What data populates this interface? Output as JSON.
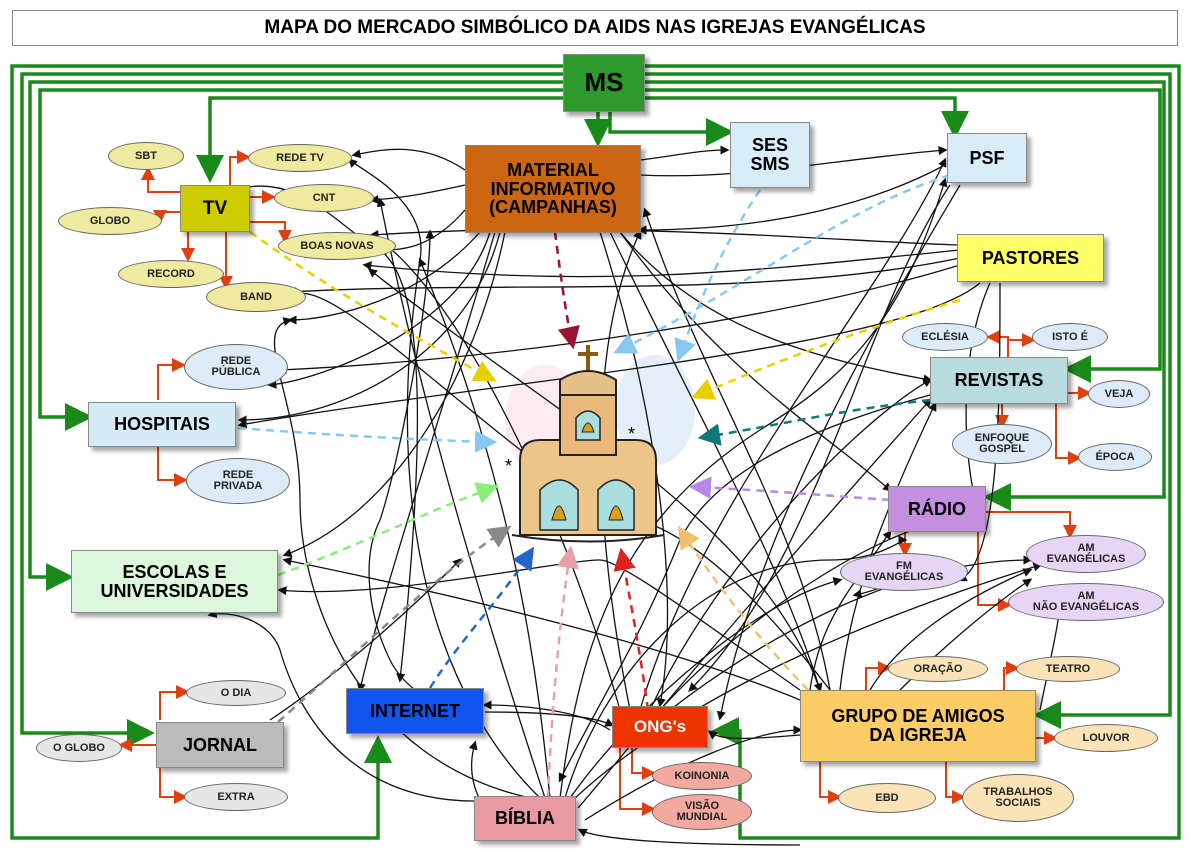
{
  "title": "MAPA DO MERCADO SIMBÓLICO DA AIDS NAS IGREJAS EVANGÉLICAS",
  "nodes": {
    "ms": "MS",
    "material": "MATERIAL\nINFORMATIVO\n(CAMPANHAS)",
    "ses_sms": "SES\nSMS",
    "psf": "PSF",
    "pastores": "PASTORES",
    "revistas": "REVISTAS",
    "radio": "RÁDIO",
    "tv": "TV",
    "hospitais": "HOSPITAIS",
    "escolas": "ESCOLAS E\nUNIVERSIDADES",
    "internet": "INTERNET",
    "jornal": "JORNAL",
    "biblia": "BÍBLIA",
    "ongs": "ONG's",
    "grupo": "GRUPO DE AMIGOS\nDA IGREJA"
  },
  "leaves": {
    "sbt": "SBT",
    "rede_tv": "REDE TV",
    "cnt": "CNT",
    "globo": "GLOBO",
    "boas_novas": "BOAS NOVAS",
    "record": "RECORD",
    "band": "BAND",
    "rede_publica": "REDE\nPÚBLICA",
    "rede_privada": "REDE\nPRIVADA",
    "eclesia": "ECLÉSIA",
    "isto_e": "ISTO É",
    "veja": "VEJA",
    "enfoque": "ENFOQUE\nGOSPEL",
    "epoca": "ÉPOCA",
    "fm_evangelicas": "FM\nEVANGÉLICAS",
    "am_evangelicas": "AM\nEVANGÉLICAS",
    "am_nao_evangelicas": "AM\nNÃO EVANGÉLICAS",
    "oracao": "ORAÇÃO",
    "teatro": "TEATRO",
    "louvor": "LOUVOR",
    "ebd": "EBD",
    "trabalhos_sociais": "TRABALHOS\nSOCIAIS",
    "koinonia": "KOINONIA",
    "visao_mundial": "VISÃO\nMUNDIAL",
    "o_dia": "O DIA",
    "o_globo": "O GLOBO",
    "extra": "EXTRA"
  },
  "colors": {
    "ms": "#2e9a2e",
    "material": "#cc6611",
    "ses_psf": "#d8ecf8",
    "pastores": "#ffff66",
    "revistas": "#b8dbe0",
    "radio": "#c58fe0",
    "tv": "#cccc00",
    "hospitais": "#d5ebf8",
    "escolas": "#ddf7dd",
    "internet": "#1155ee",
    "jornal": "#bbbbbb",
    "biblia": "#e89aa0",
    "ongs": "#ee3300",
    "grupo": "#fccc66",
    "tv_leaf": "#efeaa0",
    "blue_leaf": "#dcebf7",
    "purple_leaf": "#e7d5f5",
    "orange_leaf": "#fbe3b8",
    "red_leaf": "#f2a9a0",
    "grey_leaf": "#e6e6e6",
    "green_line": "#1a8a1a",
    "red_line": "#e04010"
  },
  "center_icon": "church-bell-tower-icon"
}
